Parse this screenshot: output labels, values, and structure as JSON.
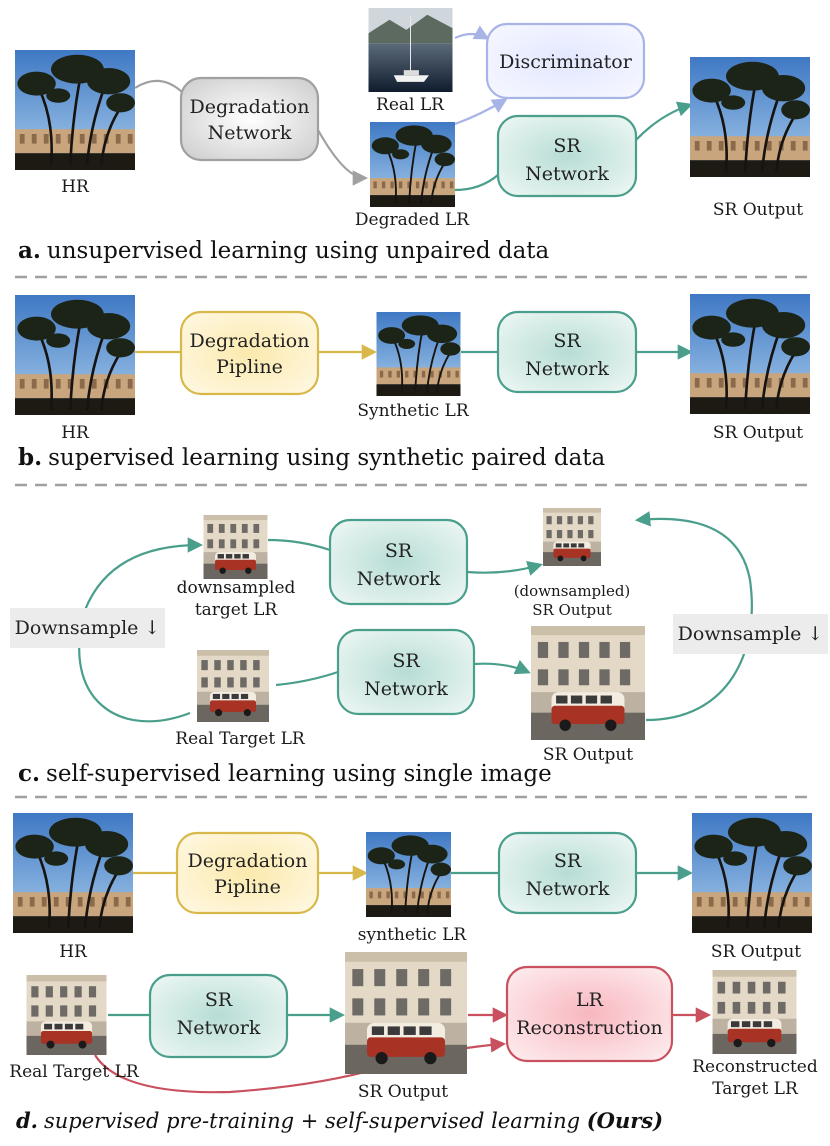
{
  "panel_a": {
    "hr_label": "HR",
    "real_lr_label": "Real LR",
    "degraded_lr_label": "Degraded LR",
    "sr_output_label": "SR Output",
    "degradation_box": [
      "Degradation",
      "Network"
    ],
    "discriminator_box": "Discriminator",
    "sr_box": [
      "SR",
      "Network"
    ],
    "caption_letter": "a.",
    "caption_text": "unsupervised learning using unpaired data"
  },
  "panel_b": {
    "hr_label": "HR",
    "synthetic_lr_label": "Synthetic LR",
    "sr_output_label": "SR Output",
    "degradation_box": [
      "Degradation",
      "Pipline"
    ],
    "sr_box": [
      "SR",
      "Network"
    ],
    "caption_letter": "b.",
    "caption_text": "supervised learning using synthetic paired data"
  },
  "panel_c": {
    "downsampled_target_label": [
      "downsampled",
      "target LR"
    ],
    "downsampled_sr_label": [
      "(downsampled)",
      "SR Output"
    ],
    "real_target_label": "Real Target  LR",
    "sr_output_label": "SR Output",
    "downsample_left": "Downsample ↓",
    "downsample_right": "Downsample ↓",
    "sr_box_top": [
      "SR",
      "Network"
    ],
    "sr_box_bottom": [
      "SR",
      "Network"
    ],
    "caption_letter": "c.",
    "caption_text": "self-supervised learning using single image"
  },
  "panel_d": {
    "hr_label": "HR",
    "synthetic_lr_label": "synthetic LR",
    "sr_output_top_label": "SR Output",
    "real_target_label": "Real Target  LR",
    "sr_output_bottom_label": "SR Output",
    "reconstructed_label": [
      "Reconstructed",
      "Target  LR"
    ],
    "degradation_box": [
      "Degradation",
      "Pipline"
    ],
    "sr_box_top": [
      "SR",
      "Network"
    ],
    "sr_box_bottom": [
      "SR",
      "Network"
    ],
    "lr_recon_box": [
      "LR",
      "Reconstruction"
    ],
    "caption_letter": "d.",
    "caption_text": "supervised pre-training + self-supervised learning ",
    "caption_ours": "(Ours)"
  },
  "colors": {
    "teal": "#4a9e8c",
    "yellow": "#d8b84a",
    "red": "#c9505e",
    "gray": "#a0a0a0",
    "lavender": "#a8b4e6"
  }
}
